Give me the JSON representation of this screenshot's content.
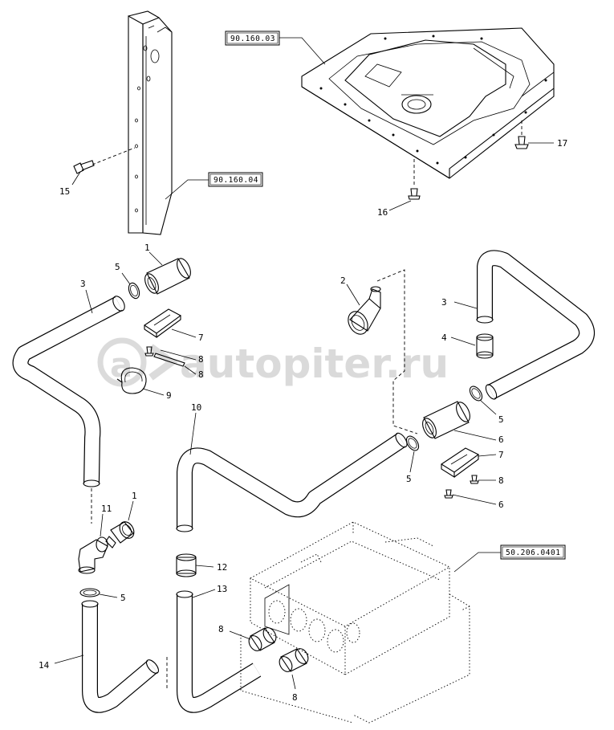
{
  "watermark": {
    "text": "autopiter.ru",
    "color": "#bdbdbd"
  },
  "reference_boxes": {
    "ref_top_right": "90.160.03",
    "ref_pillar": "90.160.04",
    "ref_heater": "50.206.0401"
  },
  "callouts": {
    "c1a": "1",
    "c1b": "1",
    "c2": "2",
    "c3a": "3",
    "c3b": "3",
    "c4": "4",
    "c5a": "5",
    "c5b": "5",
    "c5c": "5",
    "c5d": "5",
    "c6a": "6",
    "c6b": "6",
    "c7a": "7",
    "c7b": "7",
    "c8a": "8",
    "c8b": "8",
    "c8c": "8",
    "c8d": "8",
    "c8e": "8",
    "c9": "9",
    "c10": "10",
    "c11": "11",
    "c12": "12",
    "c13": "13",
    "c14": "14",
    "c15": "15",
    "c16": "16",
    "c17": "17"
  }
}
